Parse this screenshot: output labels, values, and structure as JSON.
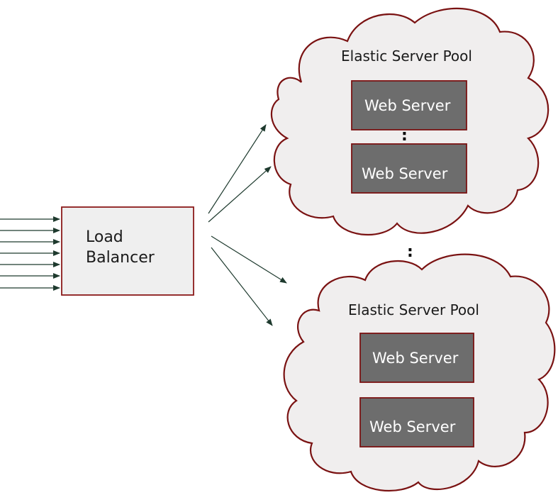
{
  "load_balancer": {
    "label_line1": "Load",
    "label_line2": "Balancer"
  },
  "pools": [
    {
      "title": "Elastic Server Pool",
      "servers": [
        "Web Server",
        "Web Server"
      ],
      "separator": ":"
    },
    {
      "title": "Elastic Server Pool",
      "servers": [
        "Web Server",
        "Web Server"
      ]
    }
  ],
  "between_pools_separator": ":",
  "colors": {
    "cloud_fill": "#f0eeee",
    "outline": "#7a1212",
    "server_fill": "#6d6d6d",
    "arrow": "#1e3a2e"
  }
}
